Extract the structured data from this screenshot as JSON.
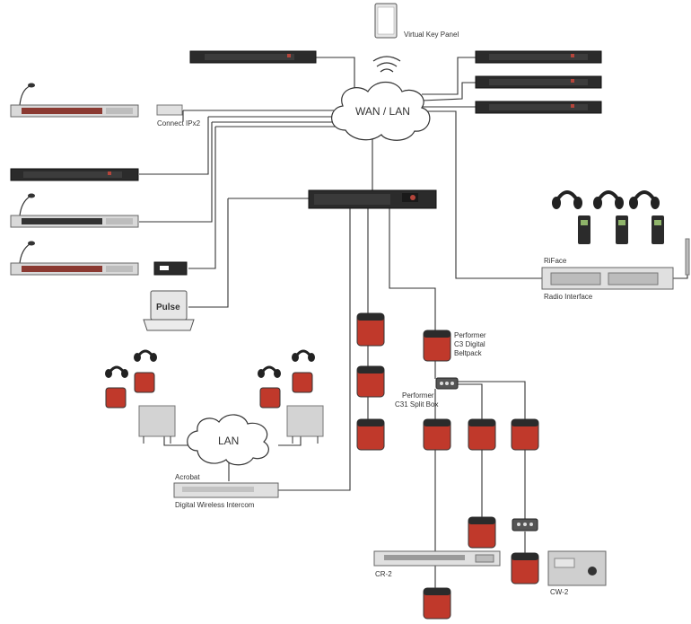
{
  "labels": {
    "virtual_key_panel": "Virtual Key Panel",
    "wan_lan": "WAN / LAN",
    "connect_ipx2": "Connect IPx2",
    "pulse": "Pulse",
    "lan": "LAN",
    "acrobat": "Acrobat",
    "digital_wireless_intercom": "Digital Wireless Intercom",
    "riface": "RiFace",
    "radio_interface": "Radio Interface",
    "performer_beltpack_l1": "Performer",
    "performer_beltpack_l2": "C3 Digital",
    "performer_beltpack_l3": "Beltpack",
    "performer_split_l1": "Performer",
    "performer_split_l2": "C31 Split Box",
    "cr2": "CR-2",
    "cw2": "CW-2"
  },
  "colors": {
    "wire": "#333333",
    "rack_dark": "#2b2b2b",
    "rack_light": "#d9d9d9",
    "button_red": "#b5453b",
    "beltpack_red": "#c0392b",
    "cloud_fill": "#ffffff"
  }
}
